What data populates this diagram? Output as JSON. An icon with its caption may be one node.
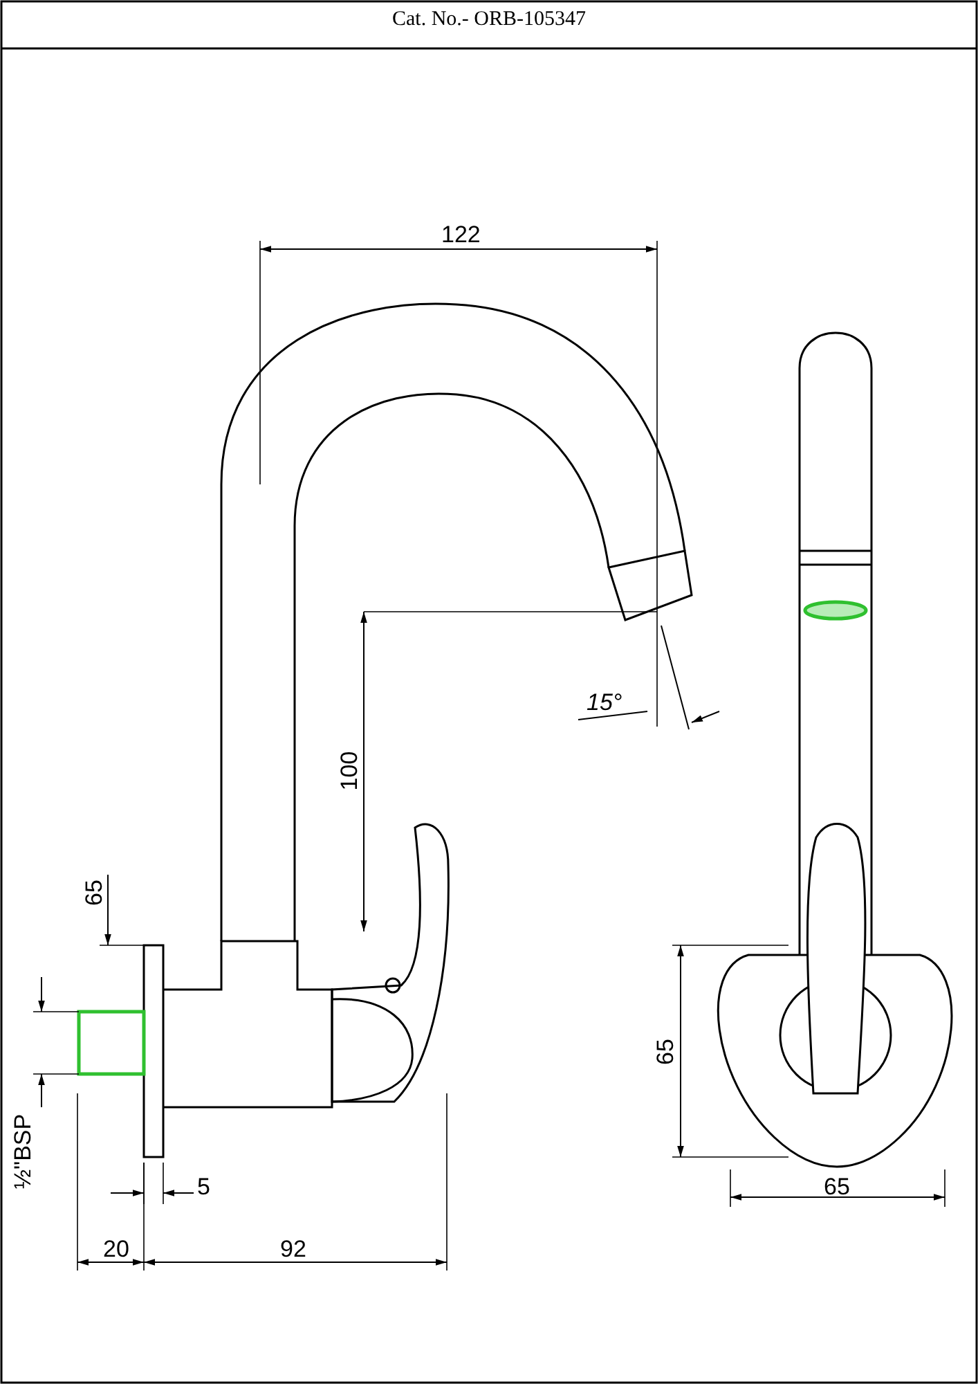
{
  "diagram": {
    "title": "Cat. No.- ORB-105347",
    "labels": [
      "122",
      "15°",
      "100",
      "65",
      "65",
      "65",
      "5",
      "½\"BSP",
      "20",
      "92"
    ]
  }
}
